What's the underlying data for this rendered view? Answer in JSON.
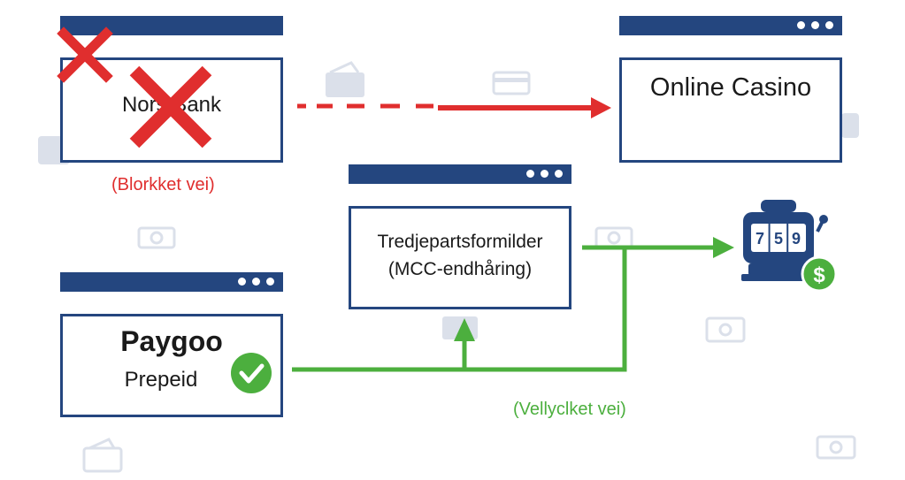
{
  "nodes": {
    "bank": {
      "name": "Nors Bank"
    },
    "casino": {
      "name": "Online Casino"
    },
    "intermediary": {
      "line1": "Tredjepartsformilder",
      "line2": "(MCC-endhåring)"
    },
    "paygoo": {
      "name": "Paygoo",
      "sub": "Prepeid"
    }
  },
  "paths": {
    "blocked": {
      "label": "(Blorkket vei)",
      "color": "#e02e2e"
    },
    "success": {
      "label": "(Vellyclket vei)",
      "color": "#4caf3e"
    }
  },
  "icons": {
    "slot_reels": [
      "7",
      "5",
      "9"
    ],
    "dollar": "$",
    "check": "✓",
    "cross": "✕"
  },
  "colors": {
    "window": "#24467f",
    "blocked": "#e02e2e",
    "success": "#4caf3e"
  }
}
